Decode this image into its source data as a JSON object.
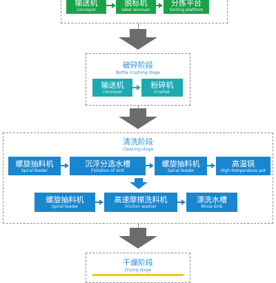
{
  "stage1": {
    "nodes": [
      {
        "zh": "输送机",
        "en": "conveyor"
      },
      {
        "zh": "脱标机",
        "en": "label remover"
      },
      {
        "zh": "分拣平台",
        "en": "Sorting platform"
      }
    ]
  },
  "stage2": {
    "title": "破碎阶段",
    "subtitle": "Bottle crushing stage",
    "nodes": [
      {
        "zh": "输送机",
        "en": "conveyor"
      },
      {
        "zh": "粉碎机",
        "en": "crusher"
      }
    ]
  },
  "stage3": {
    "title": "清洗阶段",
    "subtitle": "Cleaning stage",
    "row1": [
      {
        "zh": "螺旋抽料机",
        "en": "Spiral feeder"
      },
      {
        "zh": "沉浮分选水槽",
        "en": "Flotation of sink"
      },
      {
        "zh": "螺旋抽料机",
        "en": "Spiral feeder"
      },
      {
        "zh": "高温锅",
        "en": "High-temperature pot"
      }
    ],
    "row2": [
      {
        "zh": "螺旋抽料机",
        "en": "Spiral feeder"
      },
      {
        "zh": "高速摩擦洗料机",
        "en": "Friction washer"
      },
      {
        "zh": "漂洗水槽",
        "en": "Rinse Sink"
      }
    ]
  },
  "stage4": {
    "title": "干燥阶段",
    "subtitle": "Drying stage"
  },
  "colors": {
    "green": "#1aa14a",
    "teal": "#1eaab0",
    "blue": "#1a86cf",
    "title_blue": "#2a8fd8",
    "arrow_gray": "#6b6b6b"
  }
}
